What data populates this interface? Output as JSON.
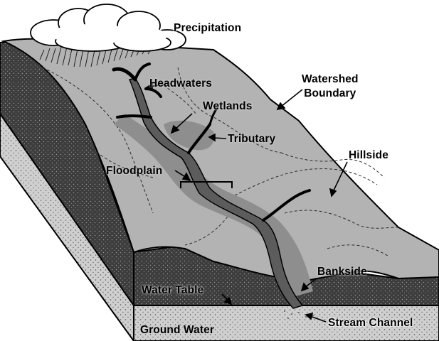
{
  "labels": {
    "precipitation": "Precipitation",
    "headwaters": "Headwaters",
    "watershed_boundary_line1": "Watershed",
    "watershed_boundary_line2": "Boundary",
    "wetlands": "Wetlands",
    "tributary": "Tributary",
    "floodplain": "Floodplain",
    "hillside": "Hillside",
    "bankside": "Bankside",
    "water_table": "Water Table",
    "ground_water": "Ground Water",
    "stream_channel": "Stream Channel"
  },
  "colors": {
    "outline": "#000000",
    "hillside_surface": "#b3b3b3",
    "floodplain_band": "#8e8e8e",
    "stream": "#5c5c5c",
    "dark_side_soil": "#3a3a3a",
    "water_table_layer": "#4a4a4a",
    "ground_water_layer": "#cfcfcf",
    "cloud": "#ffffff"
  }
}
